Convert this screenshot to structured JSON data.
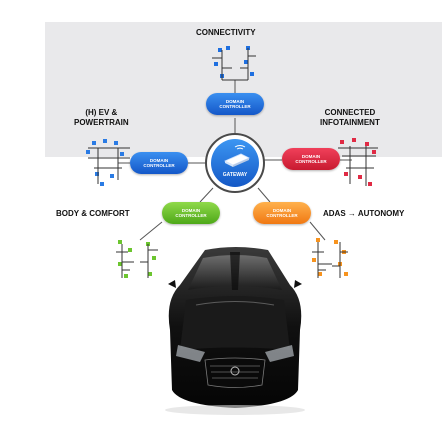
{
  "labels": {
    "connectivity": "CONNECTIVITY",
    "ev_powertrain": "(H) EV &\nPOWERTRAIN",
    "connected_infotainment": "CONNECTED\nINFOTAINMENT",
    "body_comfort": "BODY & COMFORT",
    "adas_autonomy": "ADAS → AUTONOMY"
  },
  "controllers": {
    "top": "DOMAIN\nCONTROLLER",
    "left": "DOMAIN\nCONTROLLER",
    "right": "DOMAIN\nCONTROLLER",
    "bottom_left": "DOMAIN\nCONTROLLER",
    "bottom_right": "DOMAIN\nCONTROLLER"
  },
  "gateway": {
    "label": "GATEWAY"
  },
  "colors": {
    "connectivity": "#1e6fe0",
    "infotainment": "#e02a44",
    "powertrain": "#2a7be4",
    "body": "#6cc52f",
    "adas": "#f7931e"
  }
}
